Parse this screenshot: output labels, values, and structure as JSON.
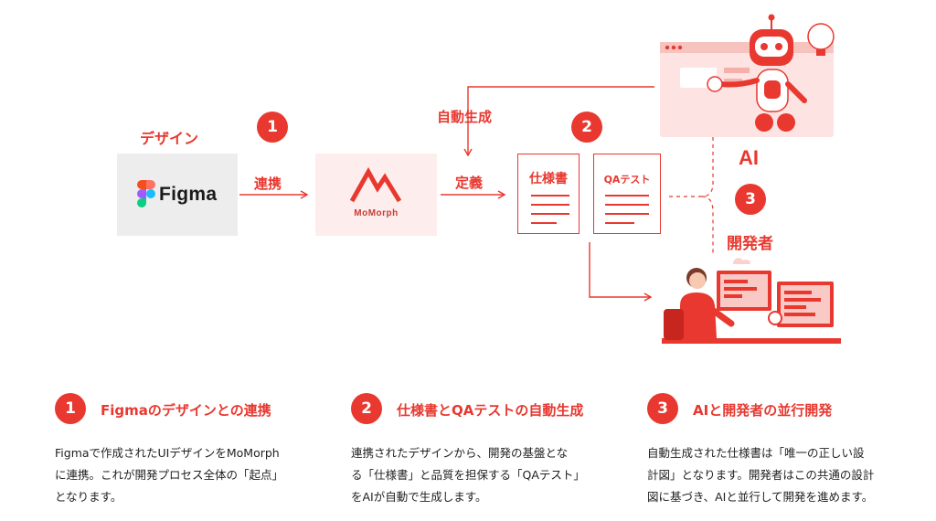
{
  "diagram": {
    "design_label": "デザイン",
    "figma_name": "Figma",
    "link_label": "連携",
    "momorph_name": "MoMorph",
    "auto_gen_label": "自動生成",
    "define_label": "定義",
    "spec_doc_title": "仕様書",
    "qa_doc_title": "QAテスト",
    "ai_label": "AI",
    "dev_label": "開発者",
    "badges": [
      "1",
      "2",
      "3"
    ]
  },
  "steps": [
    {
      "number": "1",
      "title": "Figmaのデザインとの連携",
      "lines": [
        "Figmaで作成されたUIデザインをMoMorph",
        "に連携。これが開発プロセス全体の「起点」",
        "となります。"
      ]
    },
    {
      "number": "2",
      "title": "仕様書とQAテストの自動生成",
      "lines": [
        "連携されたデザインから、開発の基盤とな",
        "る「仕様書」と品質を担保する「QAテスト」",
        "をAIが自動で生成します。"
      ]
    },
    {
      "number": "3",
      "title": "AIと開発者の並行開発",
      "lines": [
        "自動生成された仕様書は「唯一の正しい設",
        "計図」となります。開発者はこの共通の設計",
        "図に基づき、AIと並行して開発を進めます。"
      ]
    }
  ],
  "colors": {
    "accent": "#e8382f",
    "light_accent": "#fdeeed",
    "box_gray": "#ededed"
  }
}
